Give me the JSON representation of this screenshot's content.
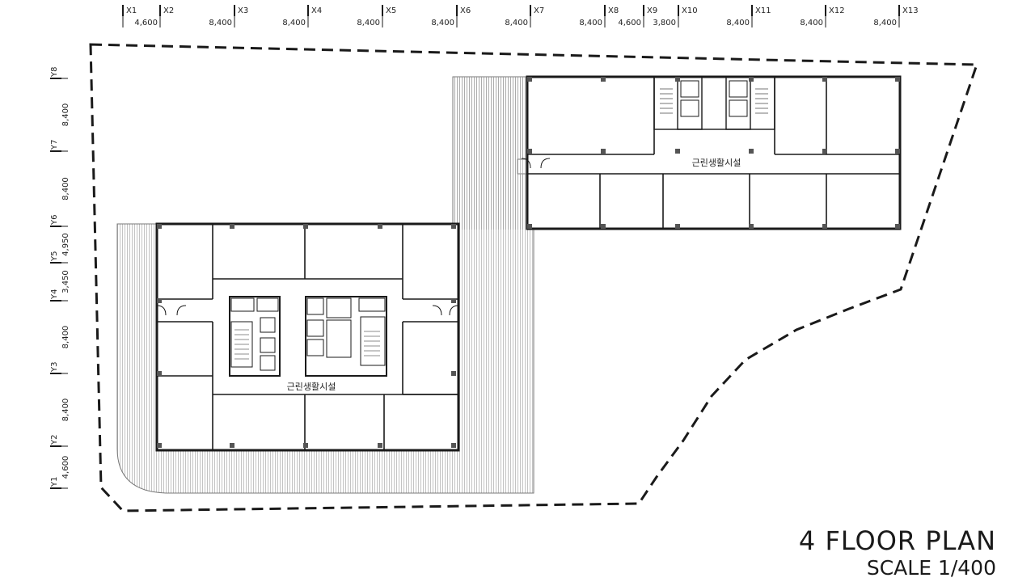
{
  "title": "4 FLOOR PLAN",
  "scale": "SCALE 1/400",
  "grid_x": [
    "X1",
    "X2",
    "X3",
    "X4",
    "X5",
    "X6",
    "X7",
    "X8",
    "X9",
    "X10",
    "X11",
    "X12",
    "X13"
  ],
  "dims_x": [
    "4,600",
    "8,400",
    "8,400",
    "8,400",
    "8,400",
    "8,400",
    "8,400",
    "4,600",
    "3,800",
    "8,400",
    "8,400",
    "8,400"
  ],
  "grid_y": [
    "Y8",
    "Y7",
    "Y6",
    "Y5",
    "Y4",
    "Y3",
    "Y2",
    "Y1"
  ],
  "dims_y": [
    "8,400",
    "8,400",
    "4,950",
    "3,450",
    "8,400",
    "8,400",
    "4,600"
  ],
  "rooms": {
    "east_label": "근린생활시설",
    "west_label": "근린생활시설"
  },
  "colors": {
    "line": "#1a1a1a",
    "hatch": "#9a9a9a"
  }
}
